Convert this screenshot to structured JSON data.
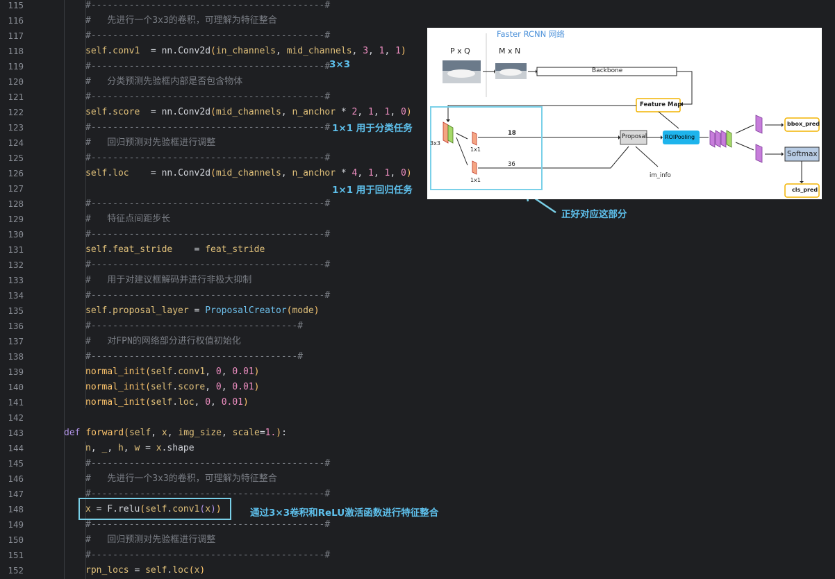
{
  "editor": {
    "line_numbers": [
      "115",
      "116",
      "117",
      "118",
      "119",
      "120",
      "121",
      "122",
      "123",
      "124",
      "125",
      "126",
      "127",
      "128",
      "129",
      "130",
      "131",
      "132",
      "133",
      "134",
      "135",
      "136",
      "137",
      "138",
      "139",
      "140",
      "141",
      "142",
      "143",
      "144",
      "145",
      "146",
      "147",
      "148",
      "149",
      "150",
      "151",
      "152"
    ],
    "sep_long": "#-------------------------------------------#",
    "sep_short": "#--------------------------------------#",
    "comments": {
      "c116": "#   先进行一个3x3的卷积，可理解为特征整合",
      "c120": "#   分类预测先验框内部是否包含物体",
      "c124": "#   回归预测对先验框进行调整",
      "c129": "#   特征点间距步长",
      "c133": "#   用于对建议框解码并进行非极大抑制",
      "c137": "#   对FPN的网络部分进行权值初始化",
      "c146": "#   先进行一个3x3的卷积，可理解为特征整合",
      "c150": "#   回归预测对先验框进行调整"
    }
  },
  "annotations": {
    "a119": "3×3",
    "a123": "1×1 用于分类任务",
    "a127": "1×1 用于回归任务",
    "a_diagram": "正好对应这部分",
    "a148": "通过3×3卷积和ReLU激活函数进行特征整合"
  },
  "diagram": {
    "title": "Faster RCNN 网络",
    "pxq": "P x Q",
    "mxn": "M x N",
    "backbone": "Backbone",
    "feature_map": "Feature Map",
    "proposal": "Proposal",
    "roipooling": "ROIPooling",
    "im_info": "im_info",
    "label_3x3": "3x3",
    "label_1x1_a": "1x1",
    "label_1x1_b": "1x1",
    "n18": "18",
    "n36": "36",
    "bbox_pred": "bbox_pred",
    "softmax": "Softmax",
    "cls_pred": "cls_pred"
  },
  "colors": {
    "annotation": "#5ec0ec",
    "box": "#7ad0e8",
    "orange_layer": "#f4a582",
    "green_layer": "#a6d96a",
    "purple_layer": "#c77ddb",
    "roi_fill": "#1eb4ec",
    "yellow_border": "#f2b300",
    "softmax_fill": "#b8cce4"
  }
}
